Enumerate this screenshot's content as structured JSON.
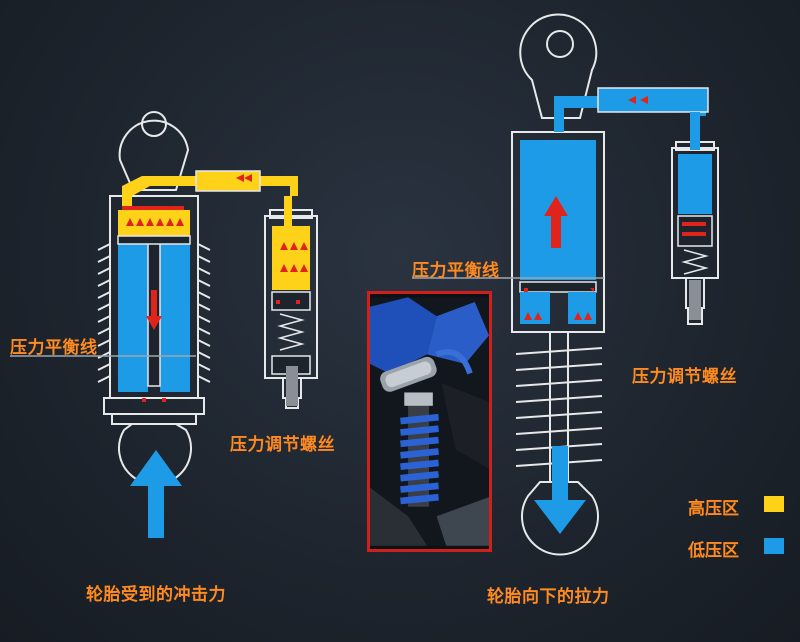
{
  "labels": {
    "left_balance": "压力平衡线",
    "left_adjust": "压力调节螺丝",
    "left_caption": "轮胎受到的冲击力",
    "right_balance": "压力平衡线",
    "right_adjust": "压力调节螺丝",
    "right_caption": "轮胎向下的拉力"
  },
  "legend": [
    {
      "label": "高压区",
      "color": "#ffd21a"
    },
    {
      "label": "低压区",
      "color": "#1e9be6"
    }
  ],
  "colors": {
    "high_pressure": "#ffd21a",
    "low_pressure": "#1e9be6",
    "arrow_red": "#e0241b",
    "outline": "#e6e8ea",
    "label": "#ff8a1f",
    "photo_border": "#d0201a"
  }
}
